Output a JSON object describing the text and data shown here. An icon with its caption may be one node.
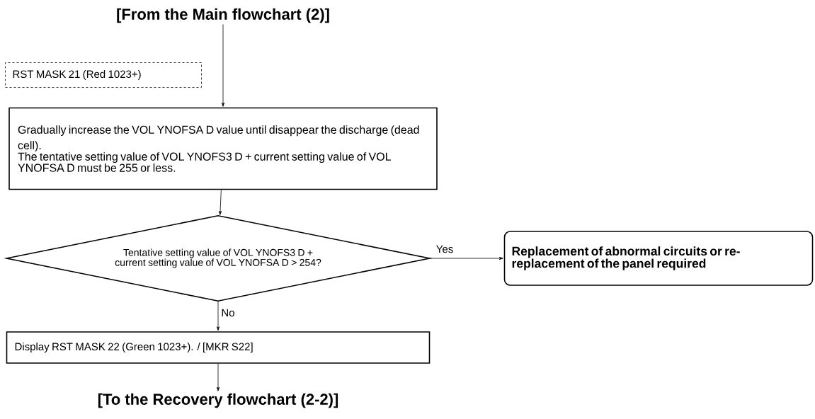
{
  "diagram": {
    "nodes": [
      {
        "text": [
          "[From the Main flowchart (2)]"
        ]
      },
      {
        "text": [
          "RST MASK 21 (Red 1023+)"
        ]
      },
      {
        "text": [
          "Gradually increase the VOL YNOFSA D value until disappear the discharge (dead cell).",
          "The tentative setting value of VOL YNOFS3 D + current setting value of VOL YNOFSA D must be 255 or less."
        ]
      },
      {
        "text": [
          "Tentative setting value of VOL YNOFS3 D + current setting value of VOL YNOFSA D > 254?"
        ]
      },
      {
        "text": [
          "Replacement of abnormal circuits or re-replacement of the panel required"
        ]
      },
      {
        "text": [
          "Display RST MASK 22 (Green 1023+). / [MKR S22]"
        ]
      },
      {
        "text": [
          "[To the Recovery flowchart (2-2)]"
        ]
      }
    ],
    "edges": [
      {
        "from": 0,
        "to": 2,
        "arrow": "to"
      },
      {
        "from": 2,
        "to": 3,
        "arrow": "to"
      },
      {
        "from": 3,
        "to": 4,
        "arrow": "to",
        "label": "Yes"
      },
      {
        "from": 3,
        "to": 5,
        "arrow": "to",
        "label": "No"
      },
      {
        "from": 5,
        "to": 6,
        "arrow": "to"
      }
    ]
  }
}
